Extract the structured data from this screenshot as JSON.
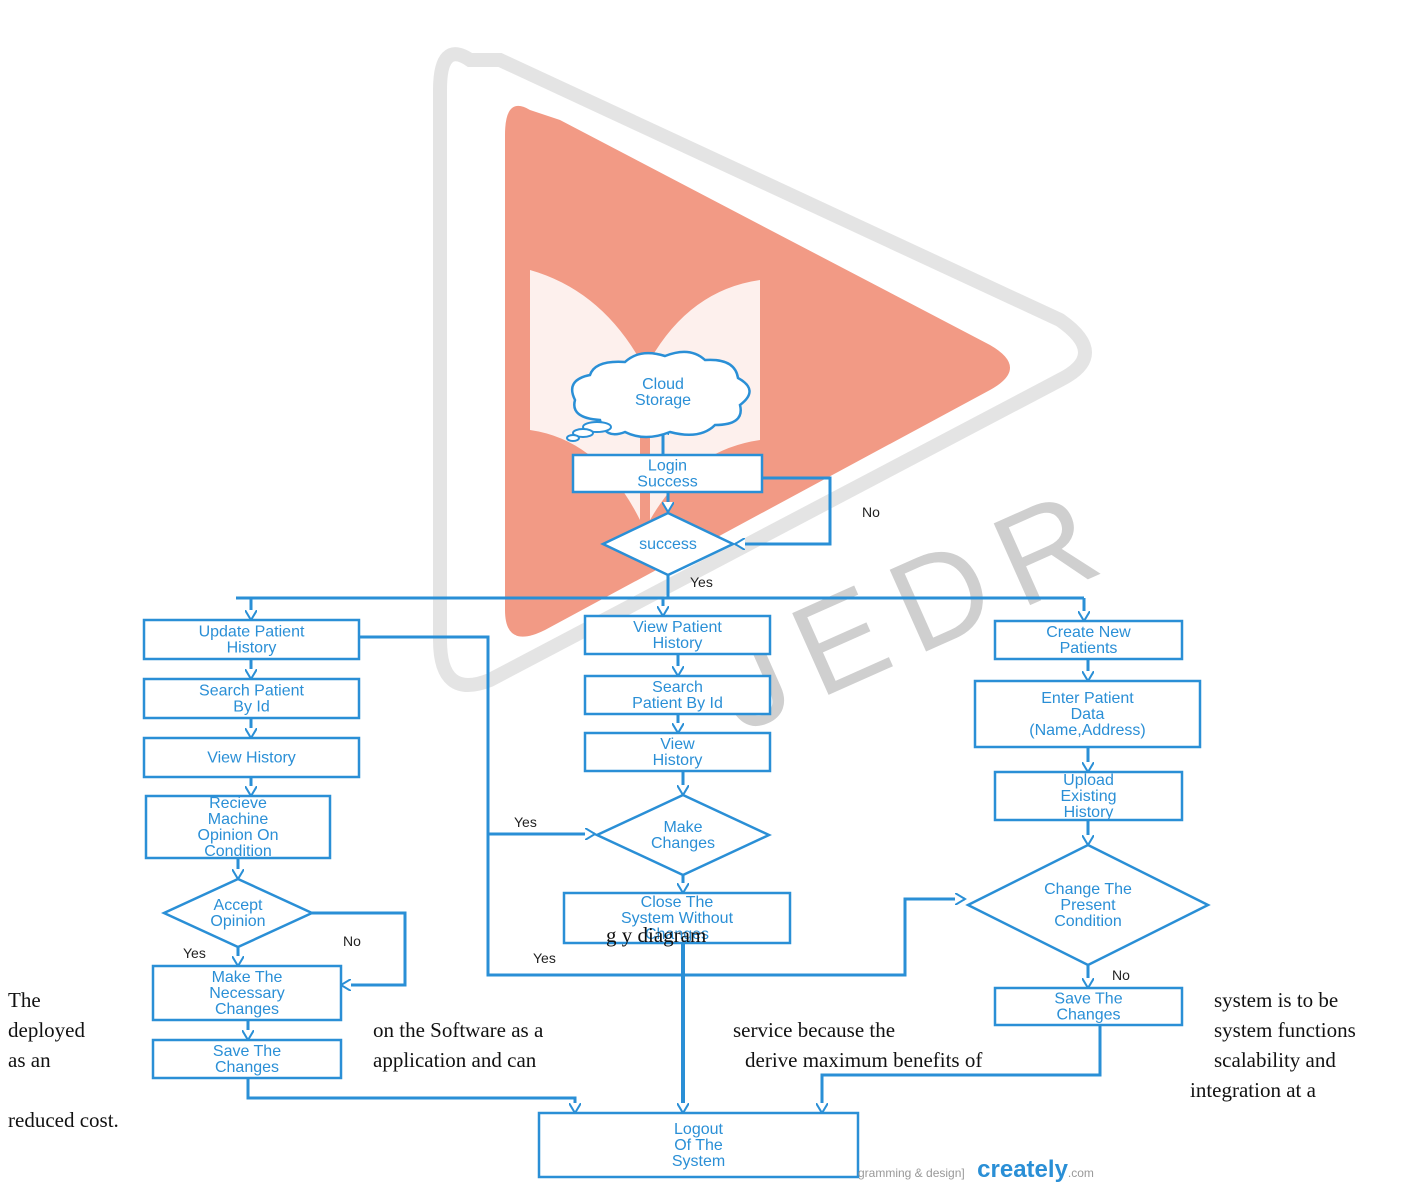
{
  "watermark": {
    "text": "JEDR",
    "colors": {
      "triangle": "#f29a85",
      "outline": "#d8d8d8"
    }
  },
  "colors": {
    "line": "#2a8fd6",
    "text": "#2a8fd6"
  },
  "nodes": {
    "cloud": [
      "Cloud",
      "Storage"
    ],
    "login": [
      "Login",
      "Success"
    ],
    "success": [
      "success"
    ],
    "update_history": [
      "Update Patient",
      "History"
    ],
    "search_left": [
      "Search Patient",
      "By Id"
    ],
    "view_history_left": [
      "View History"
    ],
    "receive_opinion": [
      "Recieve",
      "Machine",
      "Opinion On",
      "Condition"
    ],
    "accept_opinion": [
      "Accept",
      "Opinion"
    ],
    "make_necessary": [
      "Make The",
      "Necessary",
      "Changes"
    ],
    "save_left": [
      "Save The",
      "Changes"
    ],
    "view_patient_history": [
      "View Patient",
      "History"
    ],
    "search_mid": [
      "Search",
      "Patient By Id"
    ],
    "view_history_mid": [
      "View",
      "History"
    ],
    "make_changes": [
      "Make",
      "Changes"
    ],
    "close_system": [
      "Close The",
      "System Without",
      "Changes"
    ],
    "create_new": [
      "Create New",
      "Patients"
    ],
    "enter_data": [
      "Enter Patient",
      "Data",
      "(Name,Address)"
    ],
    "upload_history": [
      "Upload",
      "Existing",
      "History"
    ],
    "change_condition": [
      "Change The",
      "Present",
      "Condition"
    ],
    "save_right": [
      "Save The",
      "Changes"
    ],
    "logout": [
      "Logout",
      "Of The",
      "System"
    ]
  },
  "edge_labels": {
    "no_login": "No",
    "yes_success": "Yes",
    "yes_make_changes": "Yes",
    "yes_update": "Yes",
    "yes_accept": "Yes",
    "no_accept": "No",
    "no_condition": "No"
  },
  "overlap_text": "g         y diagram",
  "paragraph": {
    "line1_a": "The",
    "line1_b": "system is to be",
    "line2_a": "deployed",
    "line2_b": "on the Software as a",
    "line2_c": "service because the",
    "line2_d": "system functions",
    "line3_a": "as an",
    "line3_b": "application and can",
    "line3_c": "derive maximum benefits of",
    "line3_d": "scalability and",
    "line4": "integration at a",
    "line5": "reduced cost."
  },
  "credit": {
    "prefix": "gramming & design]",
    "brand": "creately",
    "suffix": ".com",
    "brand_color": "#2a8fd6",
    "accent_color": "#f5a623"
  }
}
